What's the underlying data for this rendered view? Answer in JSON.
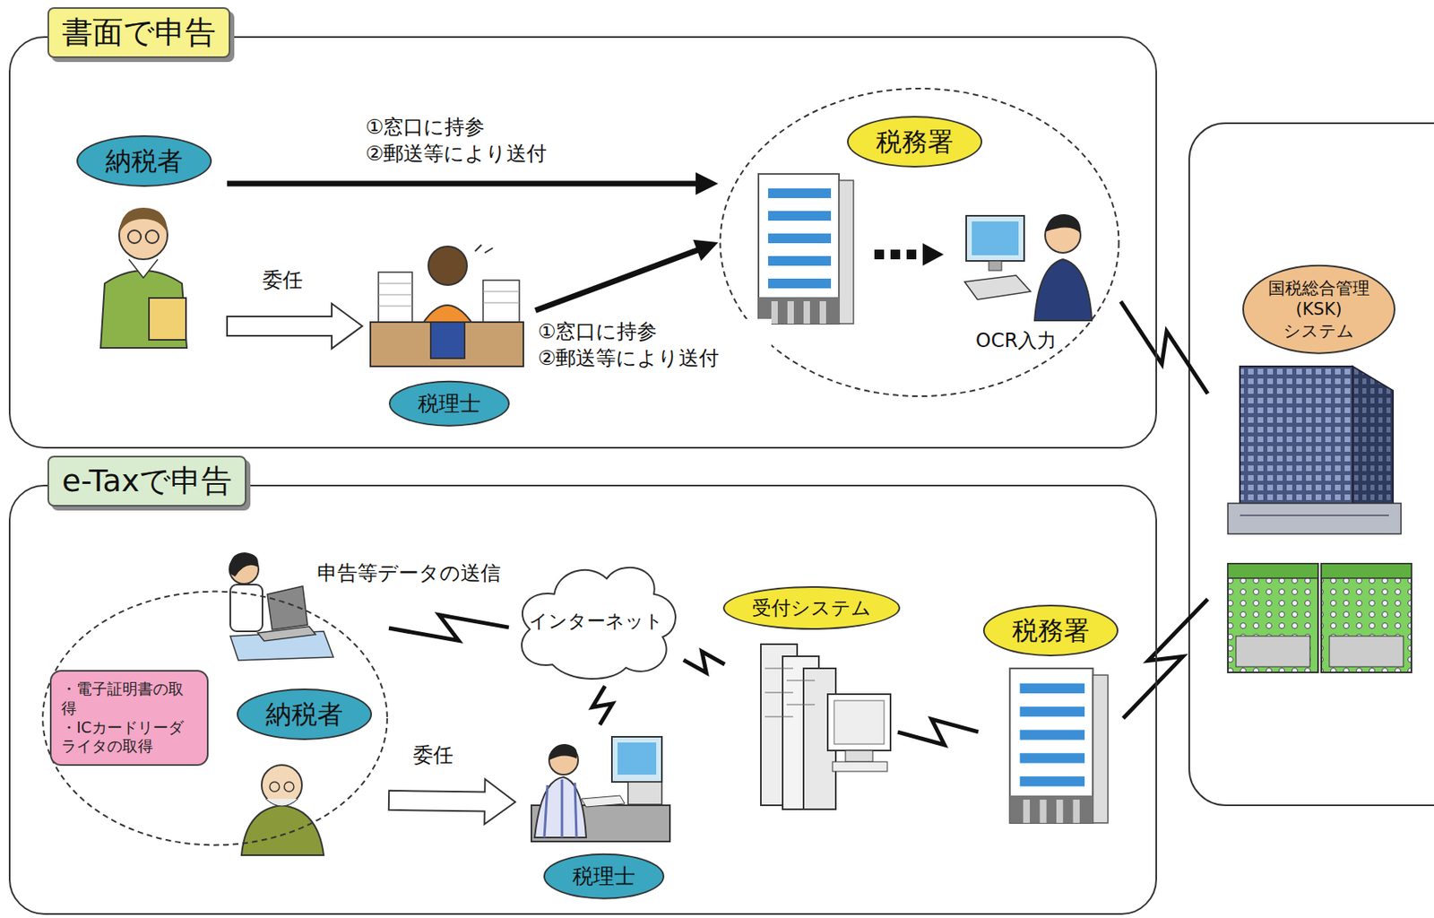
{
  "diagram": {
    "nodes": [
      {
        "text": [
          "書面で申告"
        ]
      },
      {
        "text": [
          "納税者"
        ],
        "in": 0
      },
      {
        "text": [
          "税理士"
        ],
        "in": 0
      },
      {
        "text": [
          "税務署",
          "OCR入力"
        ],
        "in": 0
      },
      {
        "text": [
          "e-Taxで申告"
        ]
      },
      {
        "text": [
          "納税者"
        ],
        "in": 4
      },
      {
        "text": [
          "・電子証明書の取得",
          "・ICカードリーダライタの取得"
        ],
        "in": 5
      },
      {
        "text": [
          "インターネット"
        ],
        "in": 4
      },
      {
        "text": [
          "税理士"
        ],
        "in": 4
      },
      {
        "text": [
          "受付システム"
        ],
        "in": 4
      },
      {
        "text": [
          "税務署"
        ],
        "in": 4
      },
      {
        "text": [
          "国税総合管理(KSK) システム"
        ]
      }
    ],
    "edges": [
      {
        "from": 1,
        "to": 3,
        "arrow": "to",
        "label": "①窓口に持参 ②郵送等により送付"
      },
      {
        "from": 1,
        "to": 2,
        "arrow": "to",
        "label": "委任"
      },
      {
        "from": 2,
        "to": 3,
        "arrow": "to",
        "label": "①窓口に持参 ②郵送等により送付"
      },
      {
        "from": 5,
        "to": 7,
        "arrow": "none",
        "label": "申告等データの送信"
      },
      {
        "from": 5,
        "to": 8,
        "arrow": "to",
        "label": "委任"
      },
      {
        "from": 8,
        "to": 7,
        "arrow": "none"
      },
      {
        "from": 7,
        "to": 9,
        "arrow": "none"
      },
      {
        "from": 9,
        "to": 10,
        "arrow": "none"
      },
      {
        "from": 3,
        "to": 11,
        "arrow": "none"
      },
      {
        "from": 10,
        "to": 11,
        "arrow": "none"
      }
    ]
  }
}
